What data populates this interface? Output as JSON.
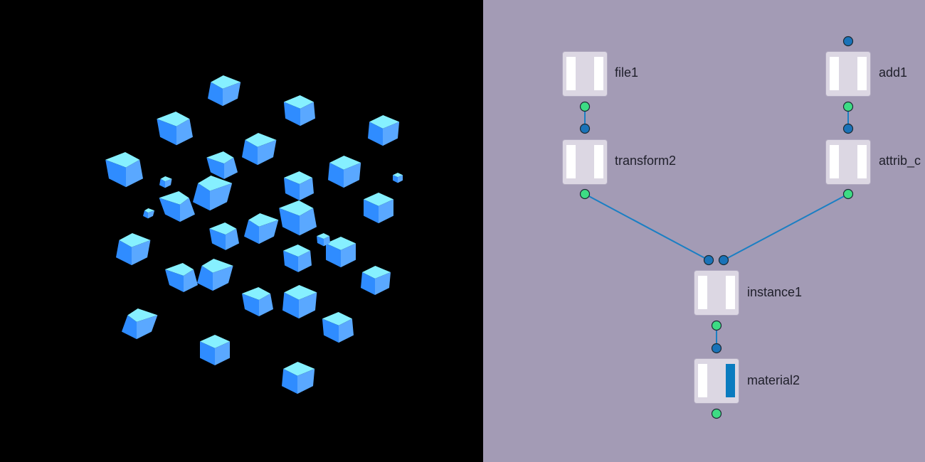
{
  "colors": {
    "viewport_bg": "#000000",
    "graph_bg": "#a39bb5",
    "node_body": "#dcd7e3",
    "node_bar": "#ffffff",
    "display_flag": "#0a7bbf",
    "input_port": "#1a73b8",
    "output_port": "#3ddc84",
    "wire": "#1a7fc4",
    "cube_top": "#86f0ff",
    "cube_left": "#2f8cff",
    "cube_right": "#5aa8ff"
  },
  "node_graph": {
    "nodes": [
      {
        "id": "file1",
        "label": "file1",
        "display_flag": false
      },
      {
        "id": "add1",
        "label": "add1",
        "display_flag": false
      },
      {
        "id": "transform2",
        "label": "transform2",
        "display_flag": false
      },
      {
        "id": "attrib",
        "label": "attrib_c",
        "display_flag": false
      },
      {
        "id": "instance1",
        "label": "instance1",
        "display_flag": false
      },
      {
        "id": "material2",
        "label": "material2",
        "display_flag": true
      }
    ],
    "connections": [
      [
        "file1",
        "transform2"
      ],
      [
        "add1",
        "attrib"
      ],
      [
        "transform2",
        "instance1"
      ],
      [
        "attrib",
        "instance1"
      ],
      [
        "instance1",
        "material2"
      ]
    ]
  },
  "viewport": {
    "object_icon": "cube-icon",
    "object_count": 31
  }
}
